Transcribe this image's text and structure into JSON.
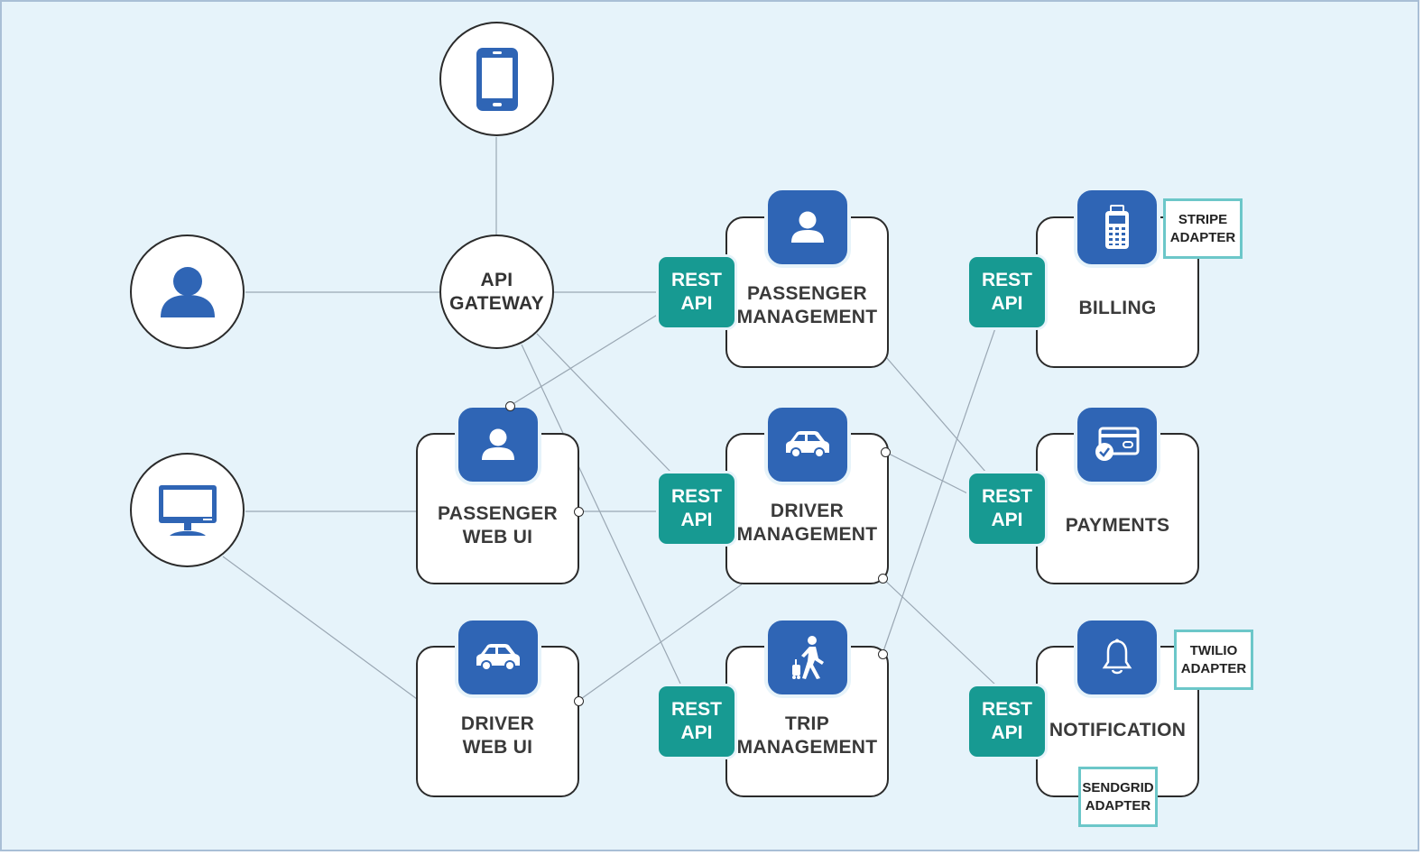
{
  "colors": {
    "background": "#e6f3fa",
    "icon_badge": "#2f65b5",
    "rest_api": "#179a92",
    "adapter_border": "#6cc7c9",
    "node_border": "#2b2b2b",
    "link": "#9aa7b3"
  },
  "actors": {
    "mobile": {
      "icon": "smartphone-icon"
    },
    "passenger_user": {
      "icon": "user-icon"
    },
    "desktop": {
      "icon": "monitor-icon"
    }
  },
  "gateway": {
    "line1": "API",
    "line2": "GATEWAY"
  },
  "rest_label": {
    "line1": "REST",
    "line2": "API"
  },
  "services": {
    "passenger_web_ui": {
      "line1": "PASSENGER",
      "line2": "WEB UI",
      "icon": "user-icon"
    },
    "driver_web_ui": {
      "line1": "DRIVER",
      "line2": "WEB UI",
      "icon": "car-icon"
    },
    "passenger_management": {
      "line1": "PASSENGER",
      "line2": "MANAGEMENT",
      "icon": "user-icon"
    },
    "driver_management": {
      "line1": "DRIVER",
      "line2": "MANAGEMENT",
      "icon": "car-icon"
    },
    "trip_management": {
      "line1": "TRIP",
      "line2": "MANAGEMENT",
      "icon": "traveler-icon"
    },
    "billing": {
      "line1": "BILLING",
      "icon": "card-terminal-icon"
    },
    "payments": {
      "line1": "PAYMENTS",
      "icon": "credit-card-icon"
    },
    "notification": {
      "line1": "NOTIFICATION",
      "icon": "bell-icon"
    }
  },
  "adapters": {
    "stripe": {
      "line1": "STRIPE",
      "line2": "ADAPTER"
    },
    "twilio": {
      "line1": "TWILIO",
      "line2": "ADAPTER"
    },
    "sendgrid": {
      "line1": "SENDGRID",
      "line2": "ADAPTER"
    }
  }
}
